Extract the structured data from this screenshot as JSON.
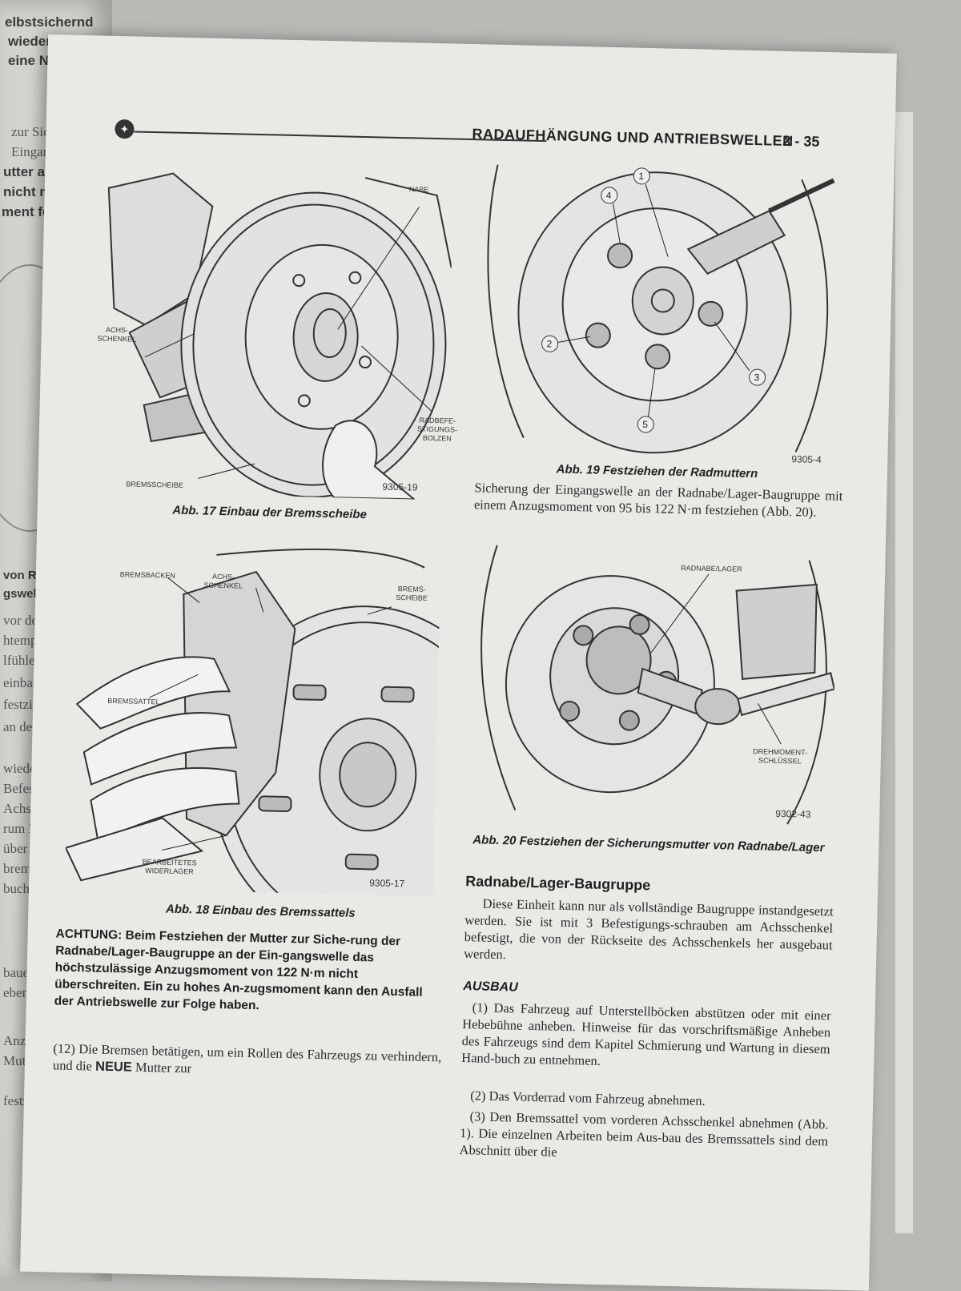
{
  "left_page": {
    "fragments": [
      "elbstsichernd",
      "wiederverwend",
      "eine NEUE Si",
      "zur Sicherung",
      "Eingangswel",
      "utter anziehen",
      "nicht mit de",
      "ment festziehen",
      "von Radnabe",
      "gswelle",
      "vor dem Ein",
      "htemperatur-G",
      "lfühler in de",
      "einbauen u",
      "festziehen.",
      "an der Radnab",
      "wieder a",
      "Befestigun",
      "Achsschenk",
      "rum Einba",
      "über die",
      "bremsen im",
      "buch. Die",
      "bauen. Die",
      "ebenen R",
      "Anzug",
      "Mutter",
      "festzieh"
    ]
  },
  "header": {
    "title": "RADAUFHÄNGUNG UND ANTRIEBSWELLEN",
    "page_number": "2 - 35"
  },
  "figures": {
    "fig17": {
      "caption": "Abb. 17 Einbau der Bremsscheibe",
      "code": "9305-19",
      "labels": {
        "nabe": "NABE",
        "achsschenkel": "ACHS-\nSCHENKEL",
        "bolzen": "RADBEFE-\nSTIGUNGS-\nBOLZEN",
        "bremsscheibe": "BREMSSCHEIBE"
      }
    },
    "fig18": {
      "caption": "Abb. 18 Einbau des Bremssattels",
      "code": "9305-17",
      "labels": {
        "bremsbacken": "BREMSBACKEN",
        "achsschenkel": "ACHS-\nSCHENKEL",
        "bremsscheibe": "BREMS-\nSCHEIBE",
        "bremssattel": "BREMSSATTEL",
        "widerlager": "BEARBEITETES\nWIDERLAGER"
      }
    },
    "fig19": {
      "caption": "Abb. 19 Festziehen der Radmuttern",
      "code": "9305-4",
      "numbers": [
        "1",
        "2",
        "3",
        "4",
        "5"
      ]
    },
    "fig20": {
      "caption": "Abb. 20 Festziehen der Sicherungsmutter von Radnabe/Lager",
      "code": "9302-43",
      "labels": {
        "radnabe": "RADNABE/LAGER",
        "schluessel": "DREHMOMENT-\nSCHLÜSSEL"
      }
    }
  },
  "right_column": {
    "intro": "Sicherung der Eingangswelle an der Radnabe/Lager-Baugruppe mit einem Anzugsmoment von 95 bis 122 N·m festziehen (Abb. 20).",
    "heading": "Radnabe/Lager-Baugruppe",
    "paragraph": "Diese Einheit kann nur als vollständige Baugruppe instandgesetzt werden. Sie ist mit 3 Befestigungs-schrauben am Achsschenkel befestigt, die von der Rückseite des Achsschenkels her ausgebaut werden.",
    "subheading": "AUSBAU",
    "steps": [
      "(1)  Das Fahrzeug auf Unterstellböcken abstützen oder mit einer Hebebühne anheben. Hinweise für das vorschriftsmäßige Anheben des Fahrzeugs sind dem Kapitel Schmierung und Wartung in diesem Hand-buch zu entnehmen.",
      "(2)  Das Vorderrad vom Fahrzeug abnehmen.",
      "(3)  Den Bremssattel vom vorderen Achsschenkel abnehmen (Abb. 1). Die einzelnen Arbeiten beim Aus-bau des Bremssattels sind dem Abschnitt über die"
    ]
  },
  "left_column": {
    "warning": "ACHTUNG: Beim Festziehen der Mutter zur Siche-rung der Radnabe/Lager-Baugruppe an der Ein-gangswelle das höchstzulässige Anzugsmoment von 122 N·m nicht überschreiten. Ein zu hohes An-zugsmoment kann den Ausfall der Antriebswelle zur Folge haben.",
    "step12_pre": "(12)  Die Bremsen betätigen, um ein Rollen des Fahrzeugs zu verhindern, und die ",
    "step12_strong": "NEUE",
    "step12_post": " Mutter zur"
  }
}
